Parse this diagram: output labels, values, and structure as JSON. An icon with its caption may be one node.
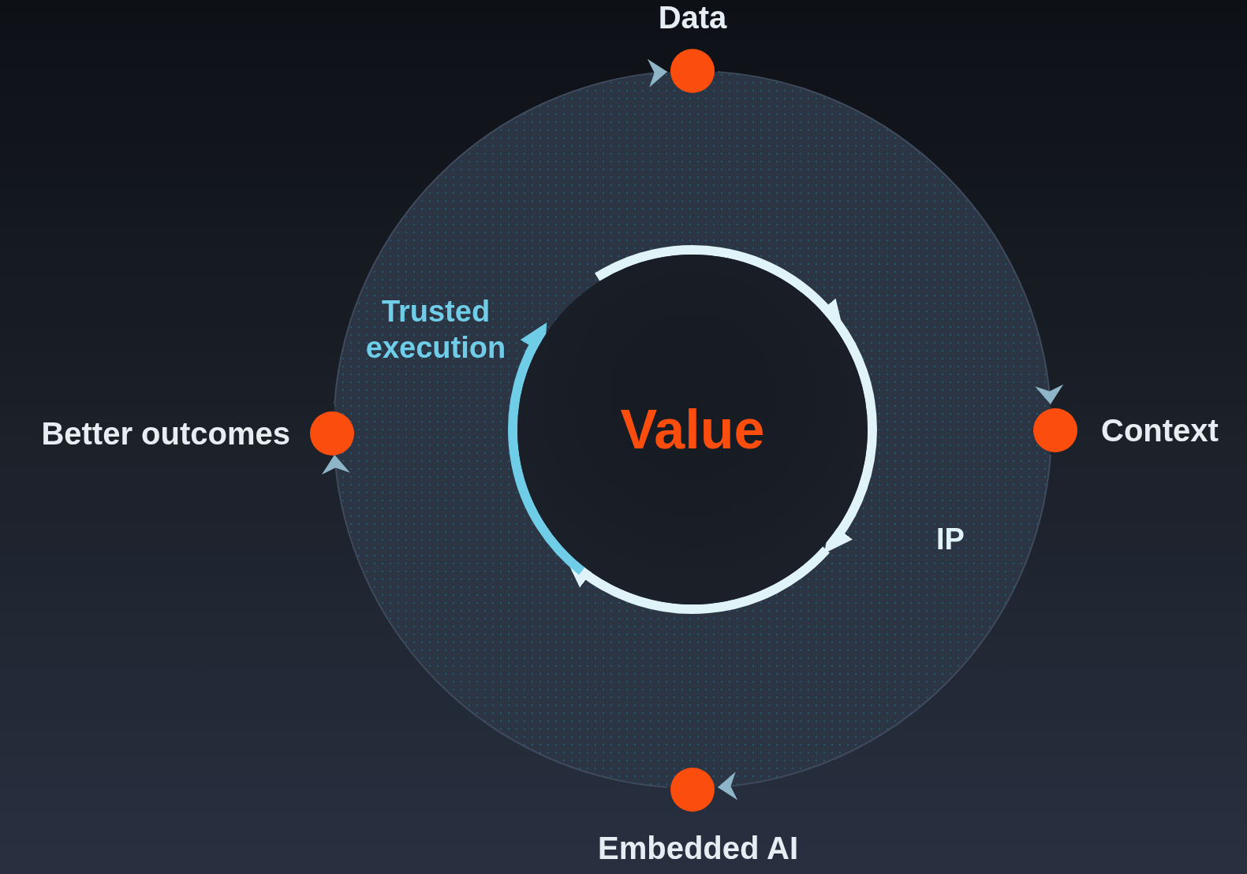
{
  "diagram": {
    "nodes": [
      {
        "text": [
          "Data"
        ]
      },
      {
        "text": [
          "Context"
        ]
      },
      {
        "text": [
          "Embedded AI"
        ]
      },
      {
        "text": [
          "Better outcomes"
        ]
      },
      {
        "text": [
          "Value"
        ]
      }
    ],
    "edges": [
      {
        "from": 0,
        "to": 1,
        "arrow": "to"
      },
      {
        "from": 1,
        "to": 2,
        "arrow": "to"
      },
      {
        "from": 2,
        "to": 3,
        "arrow": "to"
      },
      {
        "from": 3,
        "to": 0,
        "arrow": "to"
      }
    ],
    "labels": [
      "Trusted execution",
      "IP"
    ]
  }
}
